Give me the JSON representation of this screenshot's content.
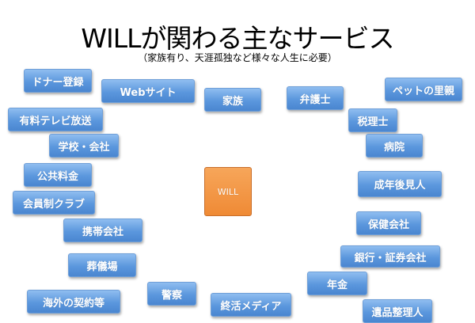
{
  "title": "WILLが関わる主なサービス",
  "subtitle": "（家族有り、天涯孤独など様々な人生に必要）",
  "center": "WILL",
  "colors": {
    "box": "#5b97dd",
    "center": "#ef8a35"
  },
  "services": [
    "ドナー登録",
    "Webサイト",
    "家族",
    "弁護士",
    "ペットの里親",
    "有料テレビ放送",
    "税理士",
    "学校・会社",
    "病院",
    "公共料金",
    "成年後見人",
    "会員制クラブ",
    "保健会社",
    "携帯会社",
    "銀行・証券会社",
    "葬儀場",
    "年金",
    "警察",
    "海外の契約等",
    "終活メディア",
    "遺品整理人"
  ]
}
